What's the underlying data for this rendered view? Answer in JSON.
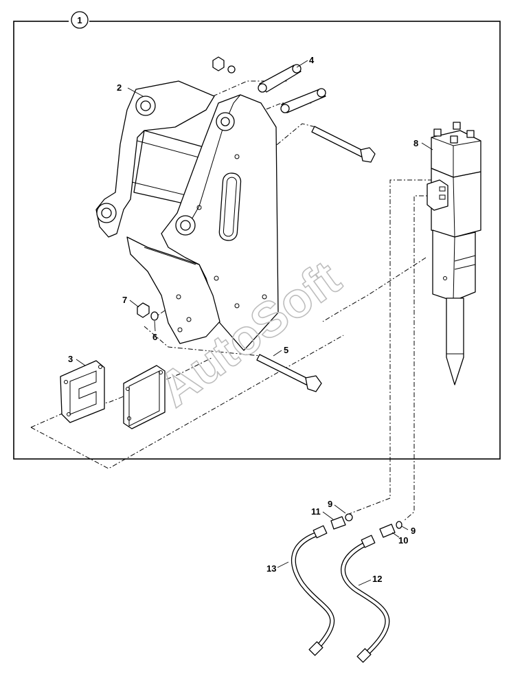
{
  "callouts": {
    "c1": "1",
    "c2": "2",
    "c3": "3",
    "c4": "4",
    "c5": "5",
    "c6": "6",
    "c7": "7",
    "c8": "8",
    "c9a": "9",
    "c9b": "9",
    "c10": "10",
    "c11": "11",
    "c12": "12",
    "c13": "13"
  },
  "watermark": "AutoSoft"
}
